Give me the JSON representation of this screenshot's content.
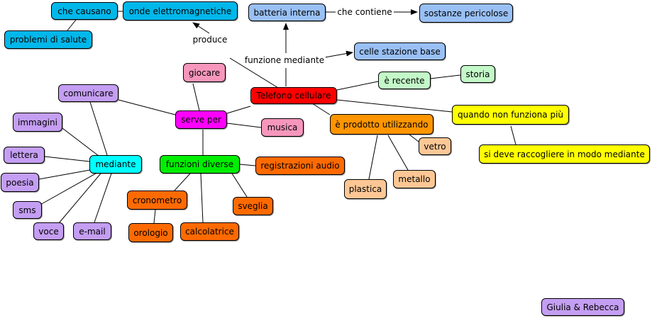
{
  "palette": {
    "cyan": "#00b7ea",
    "lightblue": "#99c0f5",
    "red": "#ff0000",
    "magenta": "#ff00ff",
    "pink": "#f696bc",
    "green": "#00ee00",
    "aqua": "#00ffff",
    "lavender": "#c49ef2",
    "mint": "#c3f8c8",
    "orange": "#ff9500",
    "deeporange": "#ff6a00",
    "peach": "#fcc795",
    "yellow": "#ffff00"
  },
  "nodes": {
    "onde": "onde elettromagnetiche",
    "che_causano": "che causano",
    "problemi": "problemi di salute",
    "batteria": "batteria interna",
    "sostanze": "sostanze pericolose",
    "celle": "celle stazione base",
    "telefono": "Telefono cellulare",
    "giocare": "giocare",
    "serve_per": "serve per",
    "musica": "musica",
    "comunicare": "comunicare",
    "mediante": "mediante",
    "immagini": "immagini",
    "lettera": "lettera",
    "poesia": "poesia",
    "sms": "sms",
    "voce": "voce",
    "email": "e-mail",
    "funzioni": "funzioni diverse",
    "registrazioni": "registrazioni audio",
    "cronometro": "cronometro",
    "orologio": "orologio",
    "calcolatrice": "calcolatrice",
    "sveglia": "sveglia",
    "recente": "è recente",
    "storia": "storia",
    "prodotto": "è prodotto utilizzando",
    "vetro": "vetro",
    "metallo": "metallo",
    "plastica": "plastica",
    "quando": "quando non funziona più",
    "raccogliere": "si deve raccogliere in modo mediante",
    "autori": "Giulia & Rebecca"
  },
  "link_labels": {
    "produce": "produce",
    "che_contiene": "che contiene",
    "funzione_mediante": "funzione mediante"
  }
}
